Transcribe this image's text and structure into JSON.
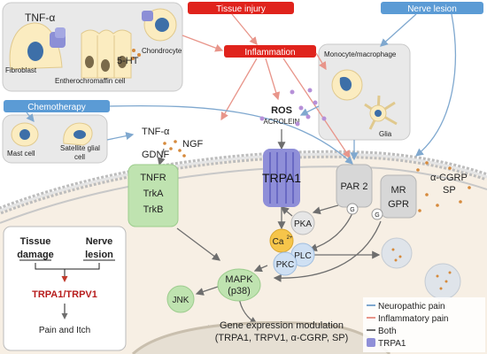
{
  "banners": {
    "tissue_injury": "Tissue injury",
    "nerve_lesion": "Nerve lesion",
    "inflammation": "Inflammation",
    "chemotherapy": "Chemotherapy"
  },
  "top_left_panel": {
    "tnf": "TNF-α",
    "ht5": "5-HT",
    "fibroblast": "Fibroblast",
    "chondrocyte": "Chondrocyte",
    "enterochromaffin": "Entherochromaffin cell"
  },
  "top_right_panel": {
    "monocyte": "Monocyte/macrophage",
    "glia": "Glia"
  },
  "chemo_panel": {
    "mast": "Mast cell",
    "satellite_line1": "Satellite glial",
    "satellite_line2": "cell"
  },
  "mediators": {
    "tnf": "TNF-α",
    "ngf": "NGF",
    "gdnf": "GDNF",
    "ros": "ROS",
    "acrolein": "ACROLEIN",
    "cgrp": "α-CGRP",
    "sp": "SP"
  },
  "receptors": {
    "tnfr": "TNFR",
    "trka": "TrkA",
    "trkb": "TrkB",
    "trpa1": "TRPA1",
    "par2": "PAR 2",
    "mr": "MR",
    "gpr": "GPR",
    "g": "G"
  },
  "signaling": {
    "pka": "PKA",
    "ca": "Ca",
    "ca_sup": "2+",
    "plc": "PLC",
    "pkc": "PKC",
    "mapk": "MAPK",
    "p38": "(p38)",
    "jnk": "JNK"
  },
  "gene": {
    "line1": "Gene expression modulation",
    "line2": "(TRPA1, TRPV1, α-CGRP, SP)"
  },
  "summary_box": {
    "tissue": "Tissue",
    "damage": "damage",
    "nerve": "Nerve",
    "lesion": "lesion",
    "channels": "TRPA1/TRPV1",
    "outcome": "Pain and Itch"
  },
  "legend": {
    "neuropathic": "Neuropathic pain",
    "inflammatory": "Inflammatory pain",
    "both": "Both",
    "trpa1": "TRPA1"
  },
  "colors": {
    "neuropathic": "#7fa8cf",
    "inflammatory": "#e8958a",
    "both": "#7a7a7a",
    "red_banner": "#e0231c",
    "blue_banner": "#5b9bd5",
    "trpa1": "#8f8fd8",
    "green": "#bfe3b0",
    "cytoplasm": "#f7f0e6"
  }
}
